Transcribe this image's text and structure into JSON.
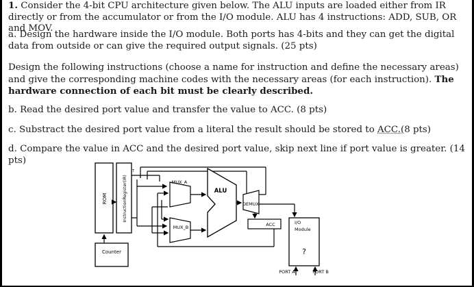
{
  "question": {
    "number": "1.",
    "intro": "Consider the 4-bit CPU architecture given below. The ALU inputs are loaded either from IR directly or from the accumulator or from the I/O module. ALU has 4 instructions: ADD, SUB, OR and MOV.",
    "part_a": "a. Design the hardware inside the I/O module. Both ports has 4-bits and they can get the digital data from outside or can give the required output signals. (25 pts)",
    "design_text": "Design the following instructions (choose a name for instruction and define the necessary areas) and give the corresponding machine codes with the necessary areas (for each instruction).",
    "design_bold": "The hardware connection of each bit must be clearly described.",
    "part_b": "b. Read the desired port value and transfer the value to ACC. (8 pts)",
    "part_c_pre": "c. Substract the desired port value from a literal the result should be stored to ",
    "part_c_link": "ACC.(",
    "part_c_post": "8 pts)",
    "part_d": "d. Compare the value in ACC and the desired port value, skip next line if port value is greater. (14 pts)"
  },
  "diagram": {
    "rom": "ROM",
    "ir": "InstructionRegister(IR)",
    "counter": "Counter",
    "mux_a": "MUX_A",
    "mux_b": "MUX_B",
    "alu": "ALU",
    "demux": "DEMUX",
    "acc": "ACC",
    "io_line1": "I/O",
    "io_line2": "Module",
    "question_mark": "?",
    "port_a": "PORT A",
    "port_b": "PORT B",
    "small_t": "T"
  }
}
